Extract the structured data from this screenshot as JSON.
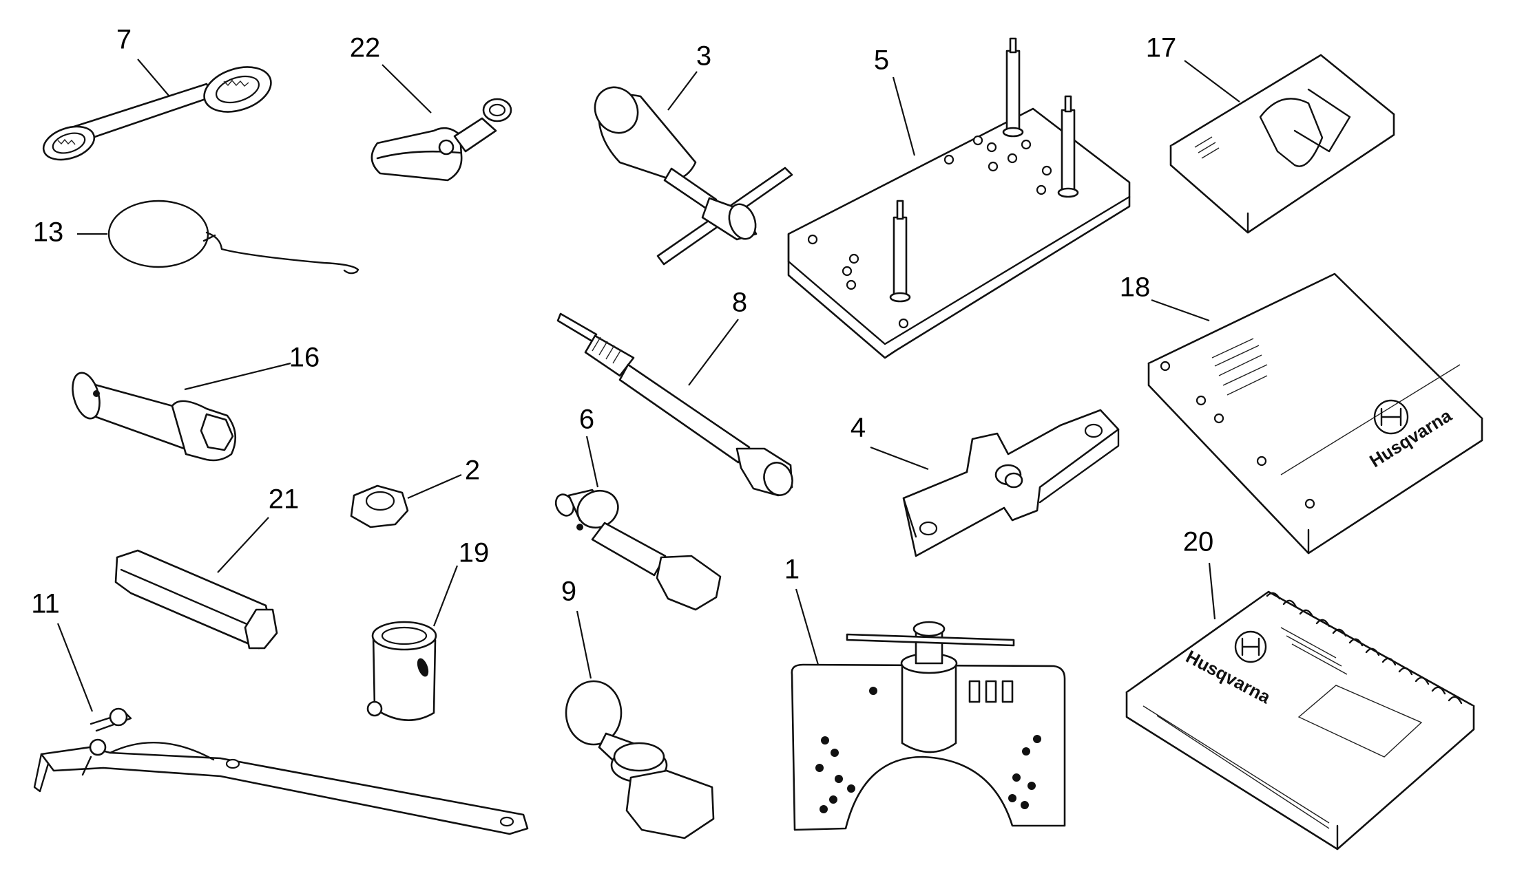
{
  "parts": [
    {
      "id": "part-7",
      "label": "7"
    },
    {
      "id": "part-22",
      "label": "22"
    },
    {
      "id": "part-3",
      "label": "3"
    },
    {
      "id": "part-5",
      "label": "5"
    },
    {
      "id": "part-17",
      "label": "17"
    },
    {
      "id": "part-13",
      "label": "13"
    },
    {
      "id": "part-16",
      "label": "16"
    },
    {
      "id": "part-8",
      "label": "8"
    },
    {
      "id": "part-18",
      "label": "18"
    },
    {
      "id": "part-6",
      "label": "6"
    },
    {
      "id": "part-4",
      "label": "4"
    },
    {
      "id": "part-2",
      "label": "2"
    },
    {
      "id": "part-21",
      "label": "21"
    },
    {
      "id": "part-19",
      "label": "19"
    },
    {
      "id": "part-9",
      "label": "9"
    },
    {
      "id": "part-1",
      "label": "1"
    },
    {
      "id": "part-20",
      "label": "20"
    },
    {
      "id": "part-11",
      "label": "11"
    }
  ],
  "logo": {
    "text": "Husqvarna"
  }
}
